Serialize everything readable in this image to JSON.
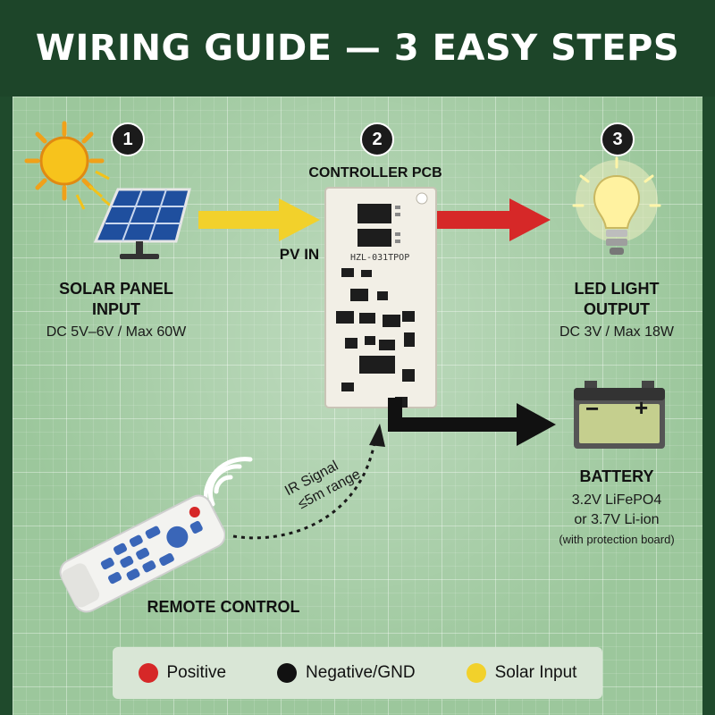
{
  "title": "WIRING GUIDE — 3 EASY STEPS",
  "steps": [
    {
      "number": "1"
    },
    {
      "number": "2",
      "label": "CONTROLLER PCB"
    },
    {
      "number": "3"
    }
  ],
  "solar": {
    "title_line1": "SOLAR PANEL",
    "title_line2": "INPUT",
    "spec": "DC 5V–6V / Max 60W"
  },
  "pv_in": "PV IN",
  "pcb": {
    "model": "HZL-031TPOP"
  },
  "led": {
    "title_line1": "LED LIGHT",
    "title_line2": "OUTPUT",
    "spec": "DC 3V / Max 18W"
  },
  "battery": {
    "title": "BATTERY",
    "line1": "3.2V LiFePO4",
    "line2": "or 3.7V Li-ion",
    "line3": "(with protection board)",
    "minus": "−",
    "plus": "+"
  },
  "ir": {
    "line1": "IR Signal",
    "line2": "≤5m range"
  },
  "remote": {
    "label": "REMOTE CONTROL"
  },
  "legend": [
    {
      "label": "Positive",
      "color": "#d62828"
    },
    {
      "label": "Negative/GND",
      "color": "#111111"
    },
    {
      "label": "Solar Input",
      "color": "#f2d12b"
    }
  ],
  "colors": {
    "positive": "#d62828",
    "negative": "#111111",
    "solar": "#f2d12b",
    "background": "#1d4529"
  }
}
